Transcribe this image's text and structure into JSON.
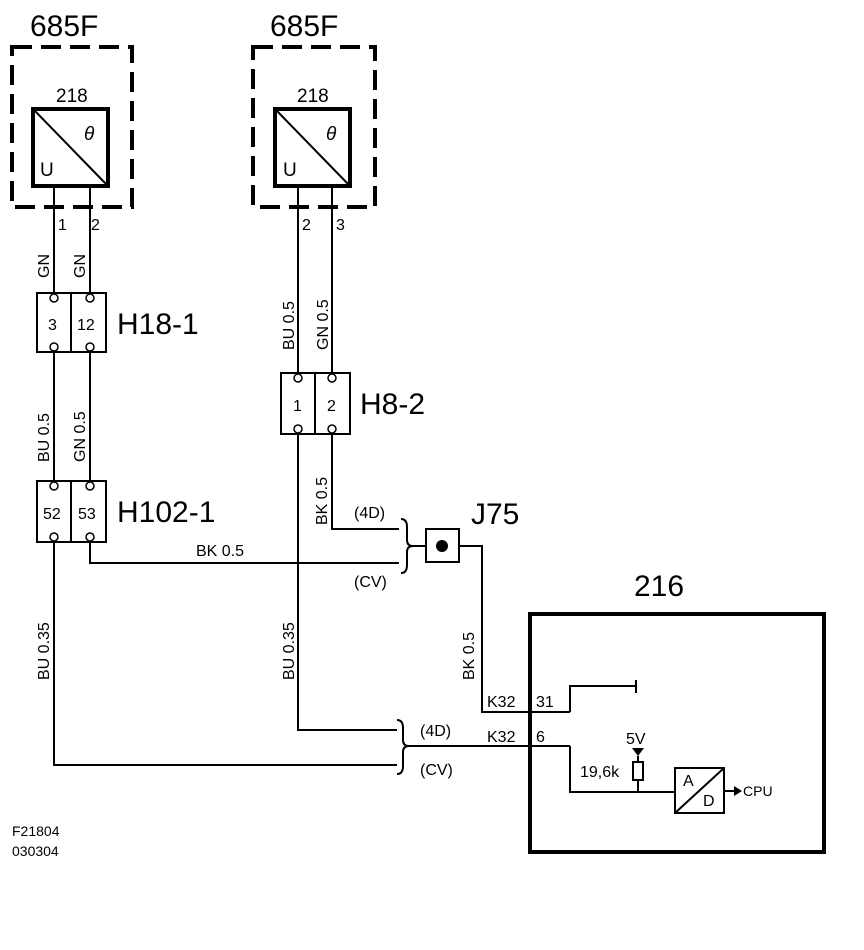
{
  "components": {
    "sensor_left": {
      "module": "685F",
      "id": "218",
      "sym_u": "U",
      "sym_theta": "θ",
      "pin_a": "1",
      "pin_b": "2"
    },
    "sensor_right": {
      "module": "685F",
      "id": "218",
      "sym_u": "U",
      "sym_theta": "θ",
      "pin_a": "2",
      "pin_b": "3"
    },
    "h18_1": {
      "label": "H18-1",
      "pin_a": "3",
      "pin_b": "12"
    },
    "h8_2": {
      "label": "H8-2",
      "pin_a": "1",
      "pin_b": "2"
    },
    "h102_1": {
      "label": "H102-1",
      "pin_a": "52",
      "pin_b": "53"
    },
    "j75": {
      "label": "J75"
    },
    "ecu": {
      "label": "216",
      "pin_31": "31",
      "pin_6": "6",
      "conn_31": "K32",
      "conn_6": "K32",
      "supply": "5V",
      "resistor": "19,6k",
      "adc_a": "A",
      "adc_d": "D",
      "adc_out": "CPU"
    }
  },
  "wires": {
    "w_l1": "GN",
    "w_l2": "GN",
    "w_l3": "BU  0.5",
    "w_l4": "GN  0.5",
    "w_r1": "BU  0.5",
    "w_r2": "GN  0.5",
    "w_bk_h8": "BK  0.5",
    "w_bk_h102": "BK  0.5",
    "w_bk_j75": "BK  0.5",
    "w_bu_left": "BU  0.35",
    "w_bu_mid": "BU  0.35"
  },
  "variants": {
    "top_4d": "(4D)",
    "top_cv": "(CV)",
    "bottom_4d": "(4D)",
    "bottom_cv": "(CV)"
  },
  "footer": {
    "figure_id": "F21804",
    "date_code": "030304"
  }
}
